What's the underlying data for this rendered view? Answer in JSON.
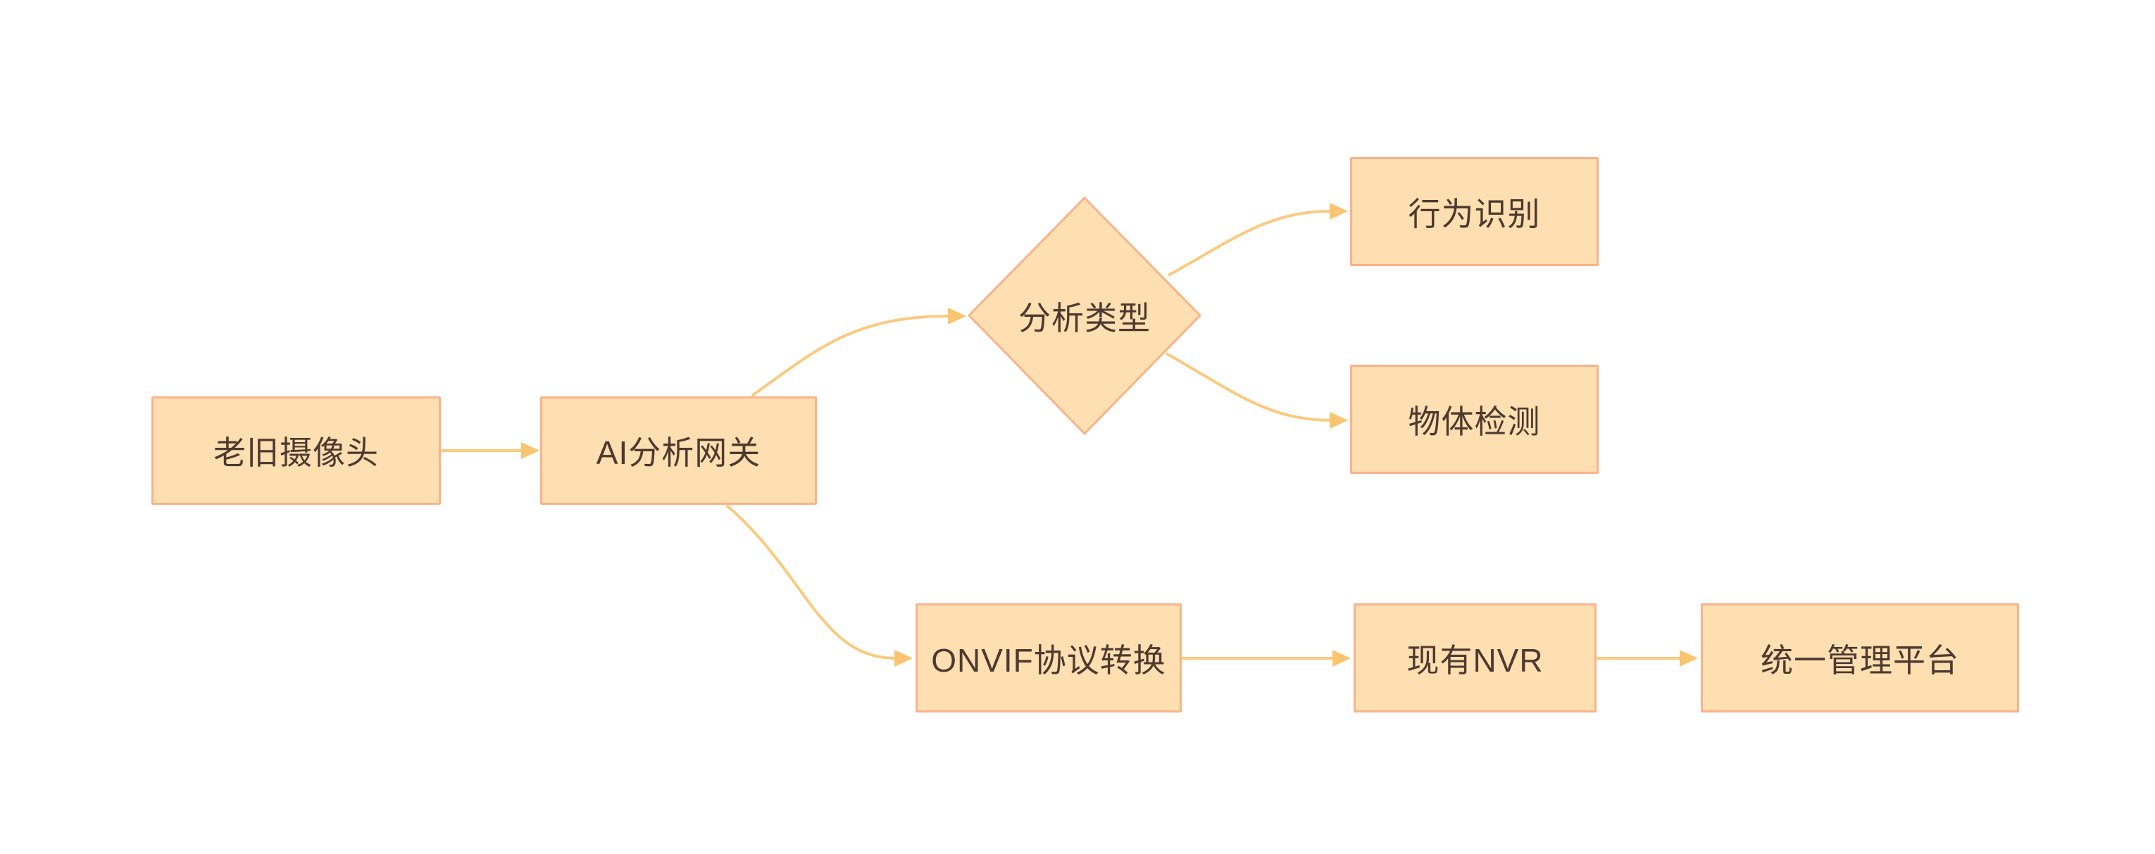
{
  "diagram": {
    "nodes": [
      {
        "id": "legacy-camera",
        "label": "老旧摄像头",
        "shape": "rect"
      },
      {
        "id": "ai-gateway",
        "label": "AI分析网关",
        "shape": "rect"
      },
      {
        "id": "analysis-type",
        "label": "分析类型",
        "shape": "diamond"
      },
      {
        "id": "behavior-recognition",
        "label": "行为识别",
        "shape": "rect"
      },
      {
        "id": "object-detection",
        "label": "物体检测",
        "shape": "rect"
      },
      {
        "id": "onvif-conversion",
        "label": "ONVIF协议转换",
        "shape": "rect"
      },
      {
        "id": "existing-nvr",
        "label": "现有NVR",
        "shape": "rect"
      },
      {
        "id": "management-platform",
        "label": "统一管理平台",
        "shape": "rect"
      }
    ],
    "edges": [
      {
        "from": "legacy-camera",
        "to": "ai-gateway"
      },
      {
        "from": "ai-gateway",
        "to": "analysis-type"
      },
      {
        "from": "analysis-type",
        "to": "behavior-recognition"
      },
      {
        "from": "analysis-type",
        "to": "object-detection"
      },
      {
        "from": "ai-gateway",
        "to": "onvif-conversion"
      },
      {
        "from": "onvif-conversion",
        "to": "existing-nvr"
      },
      {
        "from": "existing-nvr",
        "to": "management-platform"
      }
    ],
    "colors": {
      "node_fill": "#FEDFB2",
      "node_border": "#FAB288",
      "connector": "#FBCA7E",
      "arrowhead": "#FAC470",
      "text": "#4D3A2F",
      "background": "#FFFFFF"
    }
  }
}
